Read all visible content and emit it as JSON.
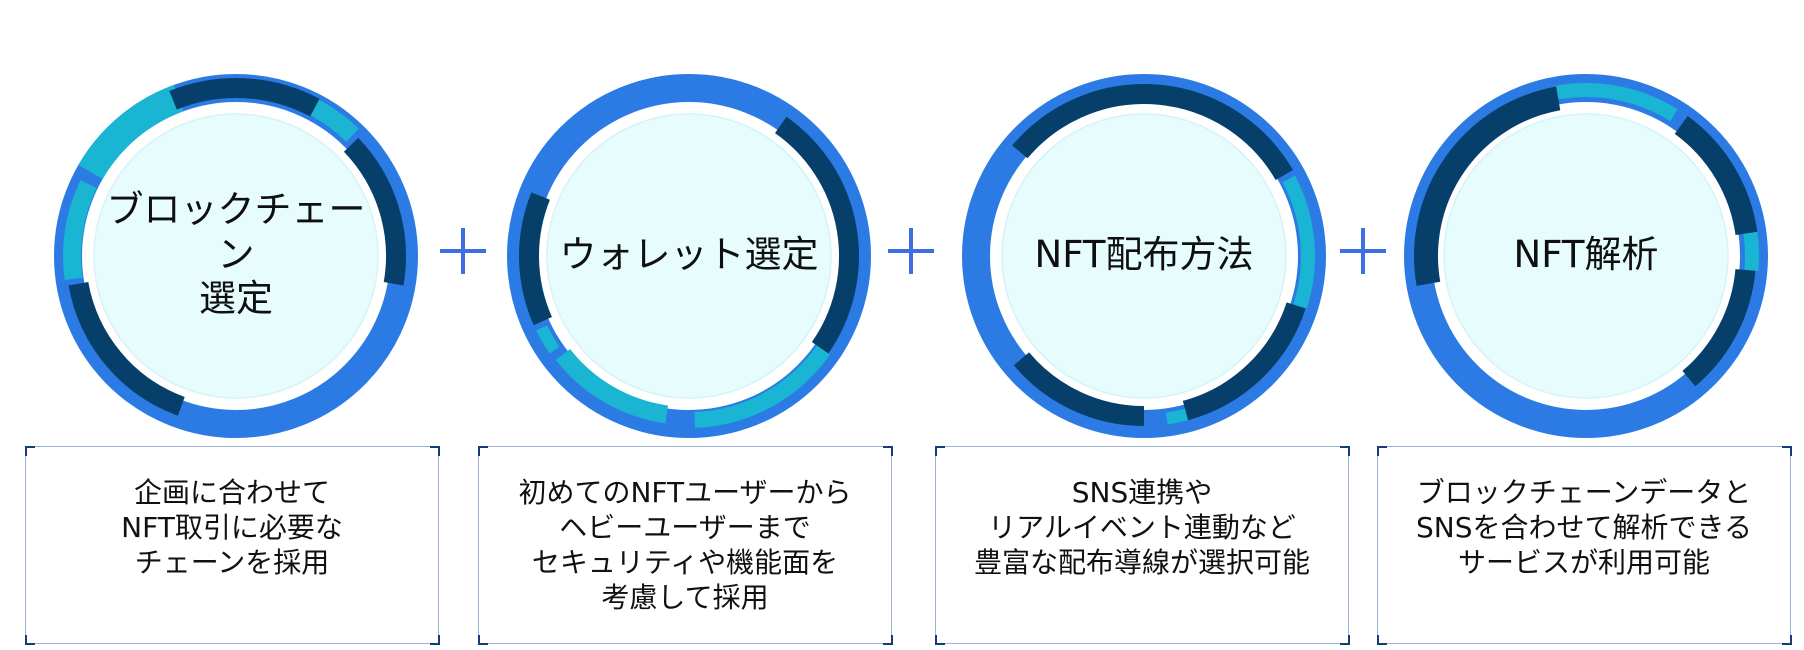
{
  "steps": [
    {
      "title": "ブロックチェーン\n選定",
      "description": "企画に合わせて\nNFT取引に必要な\nチェーンを採用"
    },
    {
      "title": "ウォレット選定",
      "description": "初めてのNFTユーザーから\nヘビーユーザーまで\nセキュリティや機能面を\n考慮して採用"
    },
    {
      "title": "NFT配布方法",
      "description": "SNS連携や\nリアルイベント連動など\n豊富な配布導線が選択可能"
    },
    {
      "title": "NFT解析",
      "description": "ブロックチェーンデータと\nSNSを合わせて解析できる\nサービスが利用可能"
    }
  ],
  "colors": {
    "inner_fill": "#e6fcfd",
    "ring_blue": "#2c7be5",
    "ring_dark": "#073f6b",
    "ring_cyan": "#19b5d2",
    "plus": "#3d6fe2",
    "box_border": "#9fb3d6",
    "box_corner": "#163b79"
  },
  "connector_icon": "plus-icon"
}
